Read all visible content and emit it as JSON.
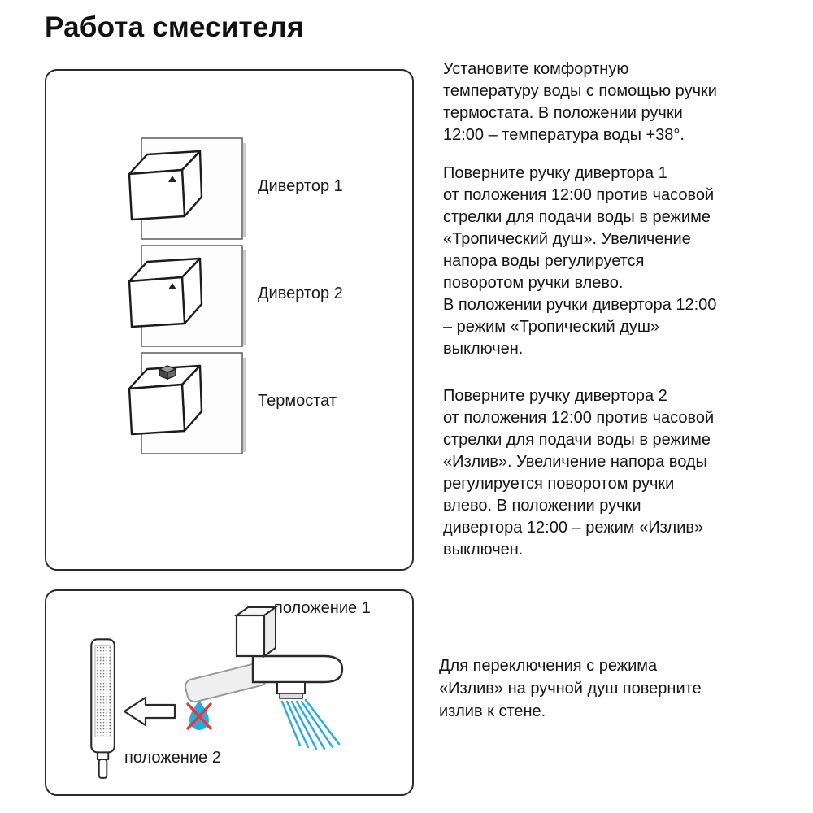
{
  "page": {
    "title": "Работа смесителя"
  },
  "controls_panel": {
    "labels": [
      "Дивертор 1",
      "Дивертор 2",
      "Термостат"
    ]
  },
  "instructions": {
    "para1": "Установите комфортную\nтемпературу воды с помощью ручки\nтермостата. В положении ручки\n12:00 – температура воды +38°.",
    "para2": "Поверните ручку дивертора 1\nот положения 12:00 против часовой\nстрелки для подачи воды в режиме\n«Тропический душ». Увеличение\nнапора воды регулируется\nповоротом ручки влево.\nВ положении ручки дивертора 12:00\n– режим «Тропический душ»\nвыключен.",
    "para3": "Поверните ручку дивертора 2\nот положения 12:00 против часовой\nстрелки для подачи воды в режиме\n«Излив». Увеличение напора воды\nрегулируется поворотом ручки\nвлево. В положении ручки\nдивертора 12:00 – режим «Излив»\nвыключен."
  },
  "spout_panel": {
    "position1_label": "положение 1",
    "position2_label": "положение 2"
  },
  "note": "Для переключения с режима\n«Излив» на ручной душ поверните\nизлив к стене.",
  "colors": {
    "spray_blue": "#29abe2",
    "drop_blue": "#29abe2",
    "cross_red": "#e23a3a",
    "line_dark": "#1c1c1c"
  }
}
